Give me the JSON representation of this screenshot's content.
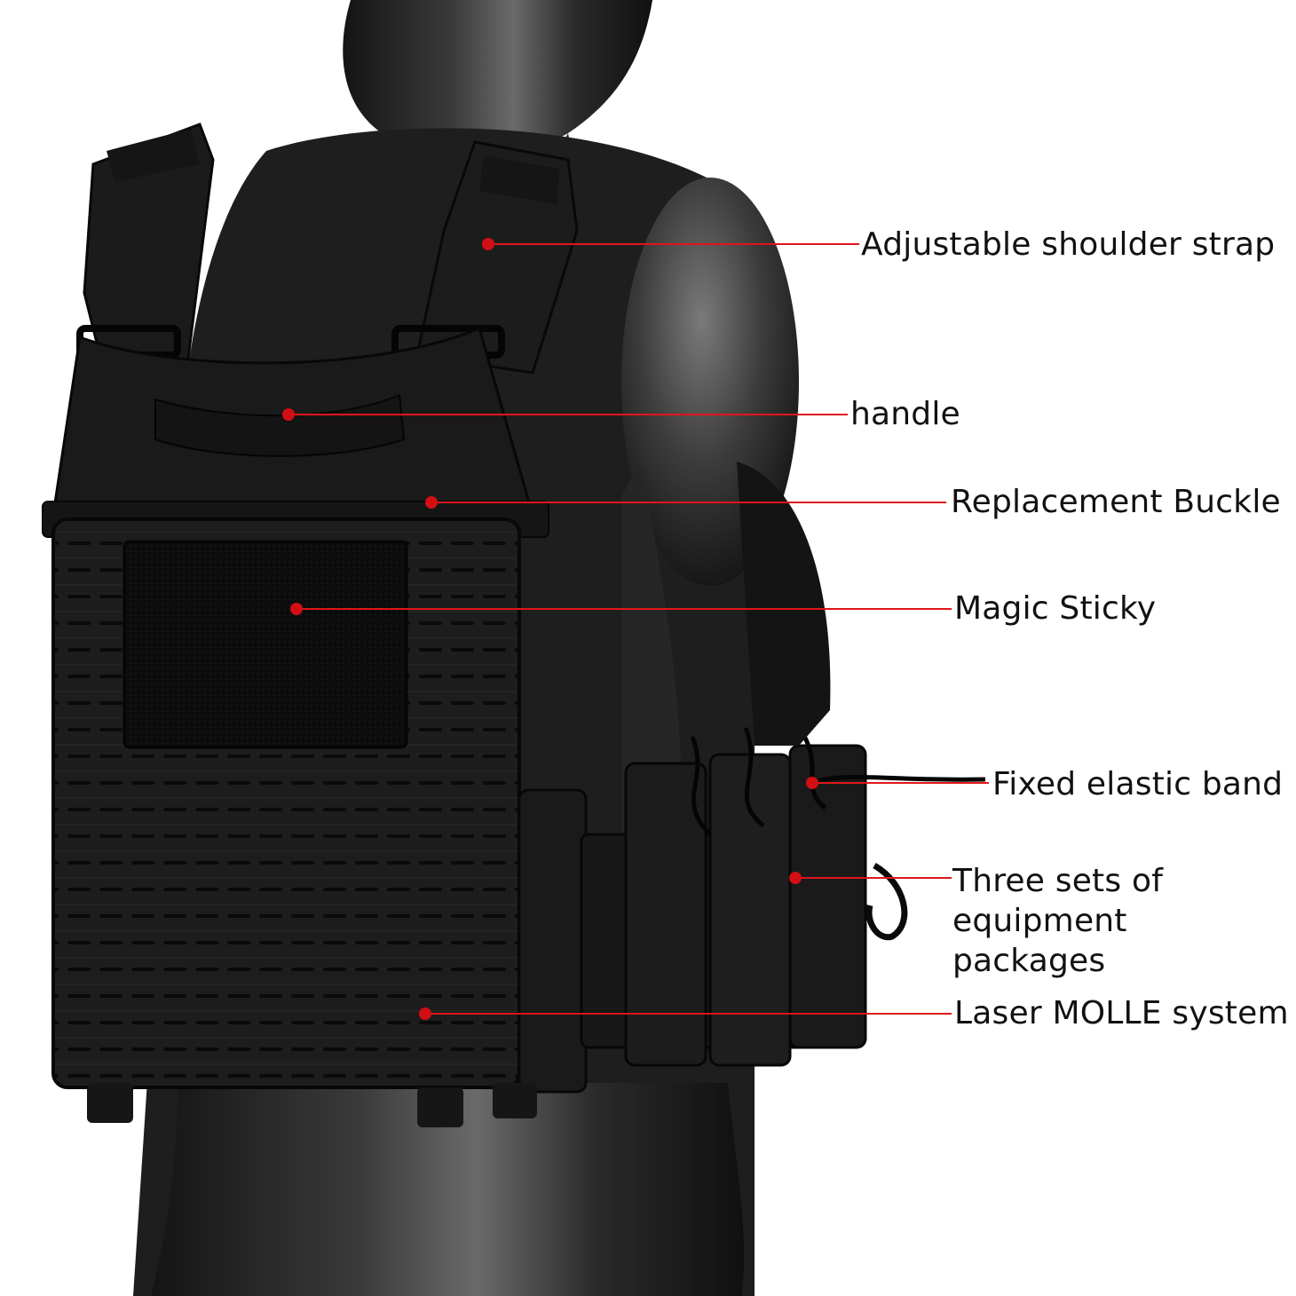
{
  "colors": {
    "callout_line": "#e0161b",
    "callout_dot": "#d10f14",
    "label_text": "#111111",
    "background": "#ffffff"
  },
  "callouts": [
    {
      "id": "shoulder-strap",
      "label": "Adjustable shoulder strap"
    },
    {
      "id": "handle",
      "label": "handle"
    },
    {
      "id": "buckle",
      "label": "Replacement Buckle"
    },
    {
      "id": "magic-sticky",
      "label": "Magic Sticky"
    },
    {
      "id": "elastic-band",
      "label": "Fixed elastic band"
    },
    {
      "id": "equipment",
      "label": "Three sets of equipment packages"
    },
    {
      "id": "molle",
      "label": "Laser MOLLE system"
    }
  ]
}
